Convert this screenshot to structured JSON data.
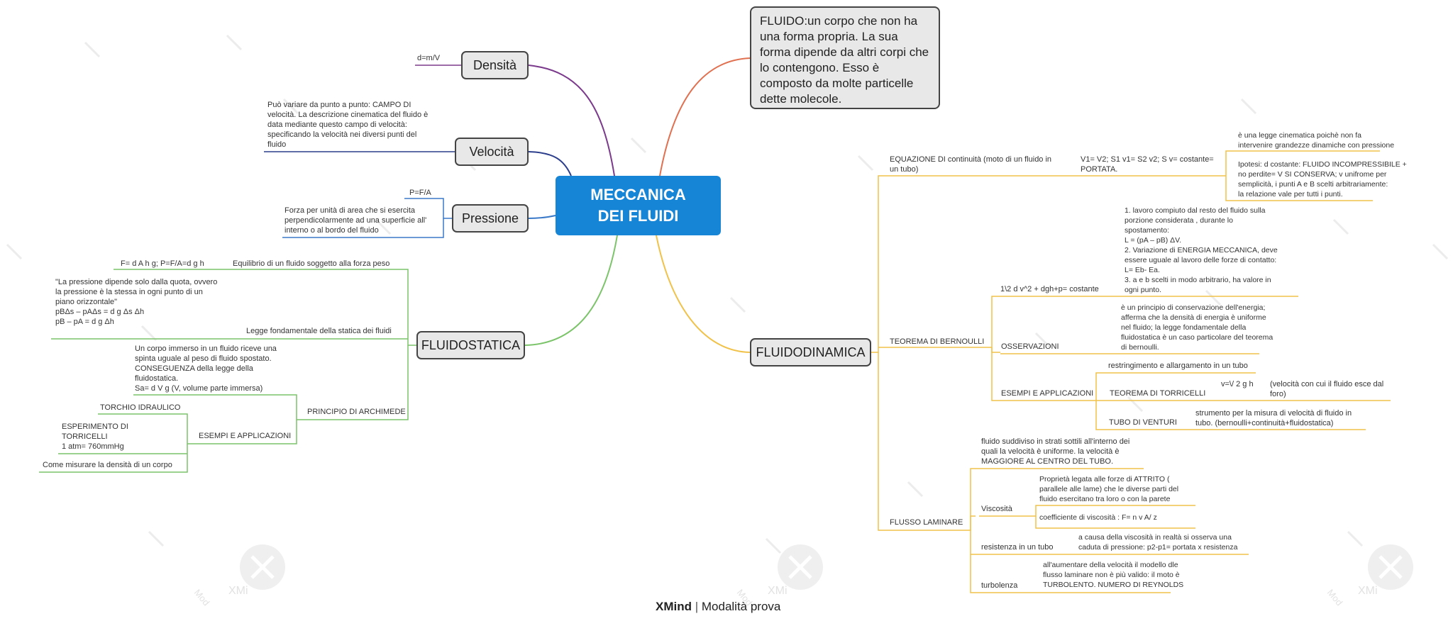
{
  "root": {
    "title": "MECCANICA DEI FLUIDI"
  },
  "fluido_box": "FLUIDO:un corpo che non ha una forma propria. La sua forma dipende da altri corpi che lo contengono. Esso è composto da molte particelle dette molecole.",
  "left": {
    "densita": {
      "label": "Densità",
      "formula": "d=m/V"
    },
    "velocita": {
      "label": "Velocità",
      "note": "Può variare da punto a punto: CAMPO DI\nvelocità. La descrizione cinematica del fluido è\ndata mediante questo campo di velocità:\nspecificando la velocità nei diversi punti del\nfluido"
    },
    "pressione": {
      "label": "Pressione",
      "formula": "P=F/A",
      "note": "Forza per unità di area che si esercita\nperpendicolarmente ad una superficie all'\ninterno o al bordo del fluido"
    },
    "fluidostatica": {
      "label": "FLUIDOSTATICA",
      "equilibrio": "Equilibrio di un fluido soggetto alla forza peso",
      "equilibrio_formula": "F= d A h g;   P=F/A=d g h",
      "legge_note": "\"La pressione dipende solo dalla quota, ovvero\nla pressione è la stessa in ogni punto di un\npiano orizzontale\"\n   pBΔs – pAΔs = d g Δs Δh\n   pB – pA = d g Δh",
      "legge": "Legge fondamentale della statica dei fluidi",
      "archimede_note": "Un corpo immerso in un fluido riceve una\nspinta uguale al peso di fluido spostato.\nCONSEGUENZA della legge della\nfluidostatica.\n  Sa= d V g   (V, volume parte immersa)",
      "archimede": "PRINCIPIO DI ARCHIMEDE",
      "esempi": "ESEMPI E APPLICAZIONI",
      "torchio": "TORCHIO IDRAULICO",
      "torricelli": "ESPERIMENTO DI\nTORRICELLI\n   1 atm= 760mmHg",
      "densita_misura": "Come misurare la densità di un corpo"
    }
  },
  "right": {
    "fluidodinamica": {
      "label": "FLUIDODINAMICA",
      "continuita": "EQUAZIONE DI continuità (moto di un fluido in\nun tubo)",
      "continuita_formula": "V1= V2; S1 v1= S2 v2;  S v= costante=\nPORTATA.",
      "continuita_note1": "è una legge cinematica poichè non fa\nintervenire grandezze dinamiche con pressione",
      "continuita_note2": "Ipotesi: d costante: FLUIDO INCOMPRESSIBILE +\nno perdite= V SI CONSERVA; v unifrome per\nsemplicità, i punti A e B scelti arbitrariamente:\nla relazione vale per tutti i punti.",
      "bernoulli": "TEOREMA DI BERNOULLI",
      "bernoulli_formula": "1\\2 d v^2 + dgh+p= costante",
      "bernoulli_note": "1. lavoro compiuto dal resto del fluido sulla\nporzione considerata , durante lo\nspostamento:\n      L = (pA – pB) ΔV.\n   2. Variazione di ENERGIA MECCANICA, deve\nessere uguale al lavoro delle forze di contatto:\nL= Eb- Ea.\n   3. a e b scelti in modo arbitrario, ha valore in\nogni punto.",
      "osservazioni": "OSSERVAZIONI",
      "osservazioni_note": "è un principio di conservazione dell'energia;\nafferma che la densità di energia è uniforme\nnel fluido; la legge fondamentale della\nfluidostatica è un caso particolare del teorema\ndi bernoulli.",
      "esempi": "ESEMPI E APPLICAZIONI",
      "restringimento": "restringimento e allargamento in un tubo",
      "torricelli": "TEOREMA DI TORRICELLI",
      "torricelli_formula": "v=\\/ 2 g h",
      "torricelli_note": "(velocità con cui il fluido esce dal\nforo)",
      "venturi": "TUBO DI VENTURI",
      "venturi_note": "strumento per la misura di velocità di fluido in\ntubo. (bernoulli+continuità+fluidostatica)",
      "laminare": "FLUSSO LAMINARE",
      "laminare_note": "fluido suddiviso in strati sottili all'interno dei\nquali la velocità è uniforme. la velocità è\nMAGGIORE AL CENTRO DEL TUBO.",
      "viscosita": "Viscosità",
      "viscosita_note": "Proprietà legata alle forze di ATTRITO  (\nparallele alle lame) che le diverse parti del\nfluido esercitano tra loro o con la parete",
      "viscosita_coeff": "coefficiente di viscosità : F= n v A/ z",
      "resistenza": "resistenza in un tubo",
      "resistenza_note": "a causa della viscosità in realtà si osserva una\ncaduta di pressione: p2-p1= portata x resistenza",
      "turbolenza": "turbolenza",
      "turbolenza_note": "all'aumentare della velocità il modello dle\nflusso laminare non è più valido: il moto è\nTURBOLENTO.  NUMERO DI REYNOLDS"
    }
  },
  "footer": {
    "brand": "XMind",
    "mode": "Modalità prova"
  },
  "watermark": {
    "text": "Mod",
    "logo_text": "XMi"
  },
  "colors": {
    "root": "#1785d6",
    "densita": "#7b3a8c",
    "velocita": "#2c3e8c",
    "pressione": "#3a78c8",
    "fluidostatica": "#7cc46a",
    "fluidodinamica": "#f0c24a",
    "fluido": "#e07050"
  }
}
